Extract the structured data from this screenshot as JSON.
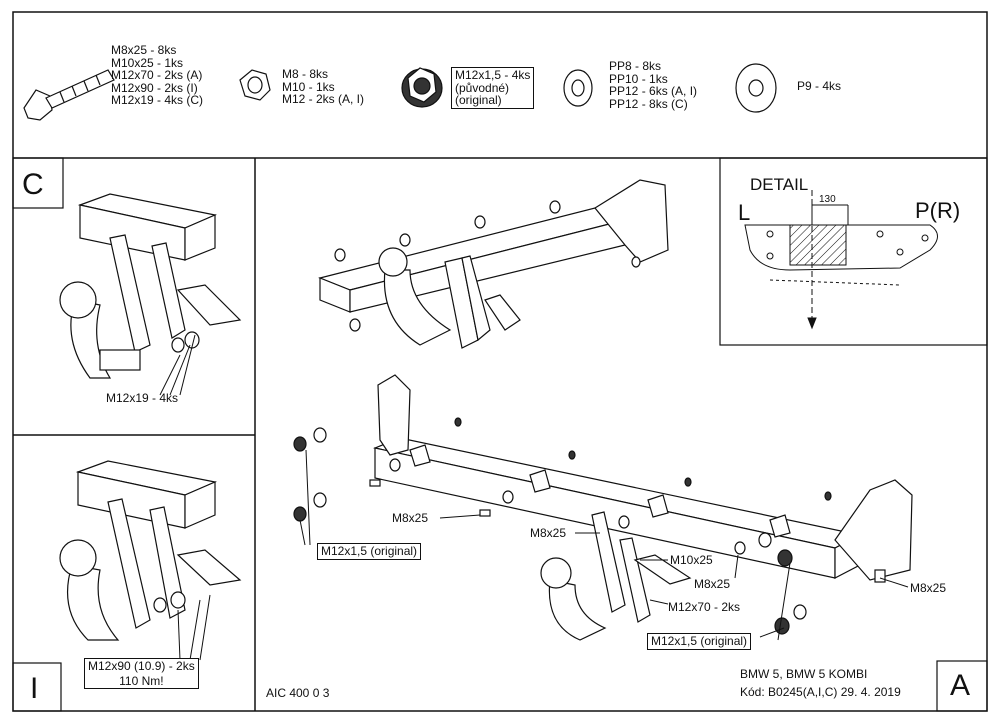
{
  "parts": {
    "bolt": [
      "M8x25 - 8ks",
      "M10x25 - 1ks",
      "M12x70 - 2ks (A)",
      "M12x90 - 2ks (I)",
      "M12x19 - 4ks (C)"
    ],
    "nut": [
      "M8 - 8ks",
      "M10 - 1ks",
      "M12 - 2ks (A, I)"
    ],
    "flange_nut": [
      "M12x1,5 - 4ks",
      "(původné)",
      "(original)"
    ],
    "washer": [
      "PP8 - 8ks",
      "PP10 - 1ks",
      "PP12 - 6ks (A, I)",
      "PP12 - 8ks (C)"
    ],
    "large_washer": [
      "P9 - 4ks"
    ]
  },
  "panels": {
    "c_letter": "C",
    "i_letter": "I",
    "a_letter": "A"
  },
  "detail": {
    "title": "DETAIL",
    "left": "L",
    "right": "P(R)",
    "dim": "130"
  },
  "panel_c": {
    "label": "M12x19 - 4ks"
  },
  "panel_i": {
    "label_1": "M12x90 (10.9) - 2ks",
    "label_2": "110 Nm!"
  },
  "main": {
    "m12x15_left": "M12x1,5 (original)",
    "m8x25_left": "M8x25",
    "m8x25_mid": "M8x25",
    "m10x25": "M10x25",
    "m8x25_center": "M8x25",
    "m12x70": "M12x70 - 2ks",
    "m12x15_bottom": "M12x1,5 (original)",
    "m8x25_right": "M8x25"
  },
  "footer": {
    "code": "AIC 400 0 3",
    "model": "BMW 5, BMW 5 KOMBI",
    "kod": "Kód: B0245(A,I,C)  29. 4. 2019"
  }
}
